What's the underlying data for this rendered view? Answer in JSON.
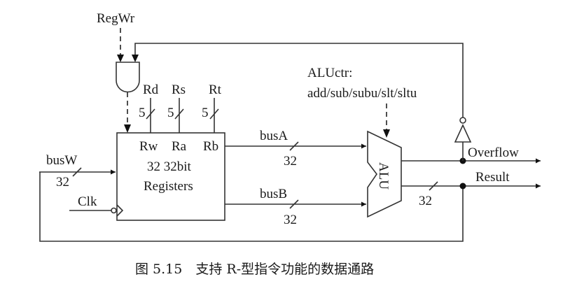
{
  "diagram": {
    "type": "datapath",
    "control_signals": {
      "regwr": "RegWr",
      "aluctr_label": "ALUctr:",
      "aluctr_ops": "add/sub/subu/slt/sltu"
    },
    "register_inputs": {
      "rd": "Rd",
      "rs": "Rs",
      "rt": "Rt",
      "width": "5"
    },
    "register_file": {
      "port_rw": "Rw",
      "port_ra": "Ra",
      "port_rb": "Rb",
      "line1": "32 32bit",
      "line2": "Registers",
      "clock": "Clk"
    },
    "buses": {
      "busw": "busW",
      "busa": "busA",
      "busb": "busB",
      "width": "32"
    },
    "alu": {
      "label": "ALU"
    },
    "outputs": {
      "overflow": "Overflow",
      "result": "Result",
      "result_width": "32"
    },
    "caption": "图 5.15　支持 R-型指令功能的数据通路"
  }
}
